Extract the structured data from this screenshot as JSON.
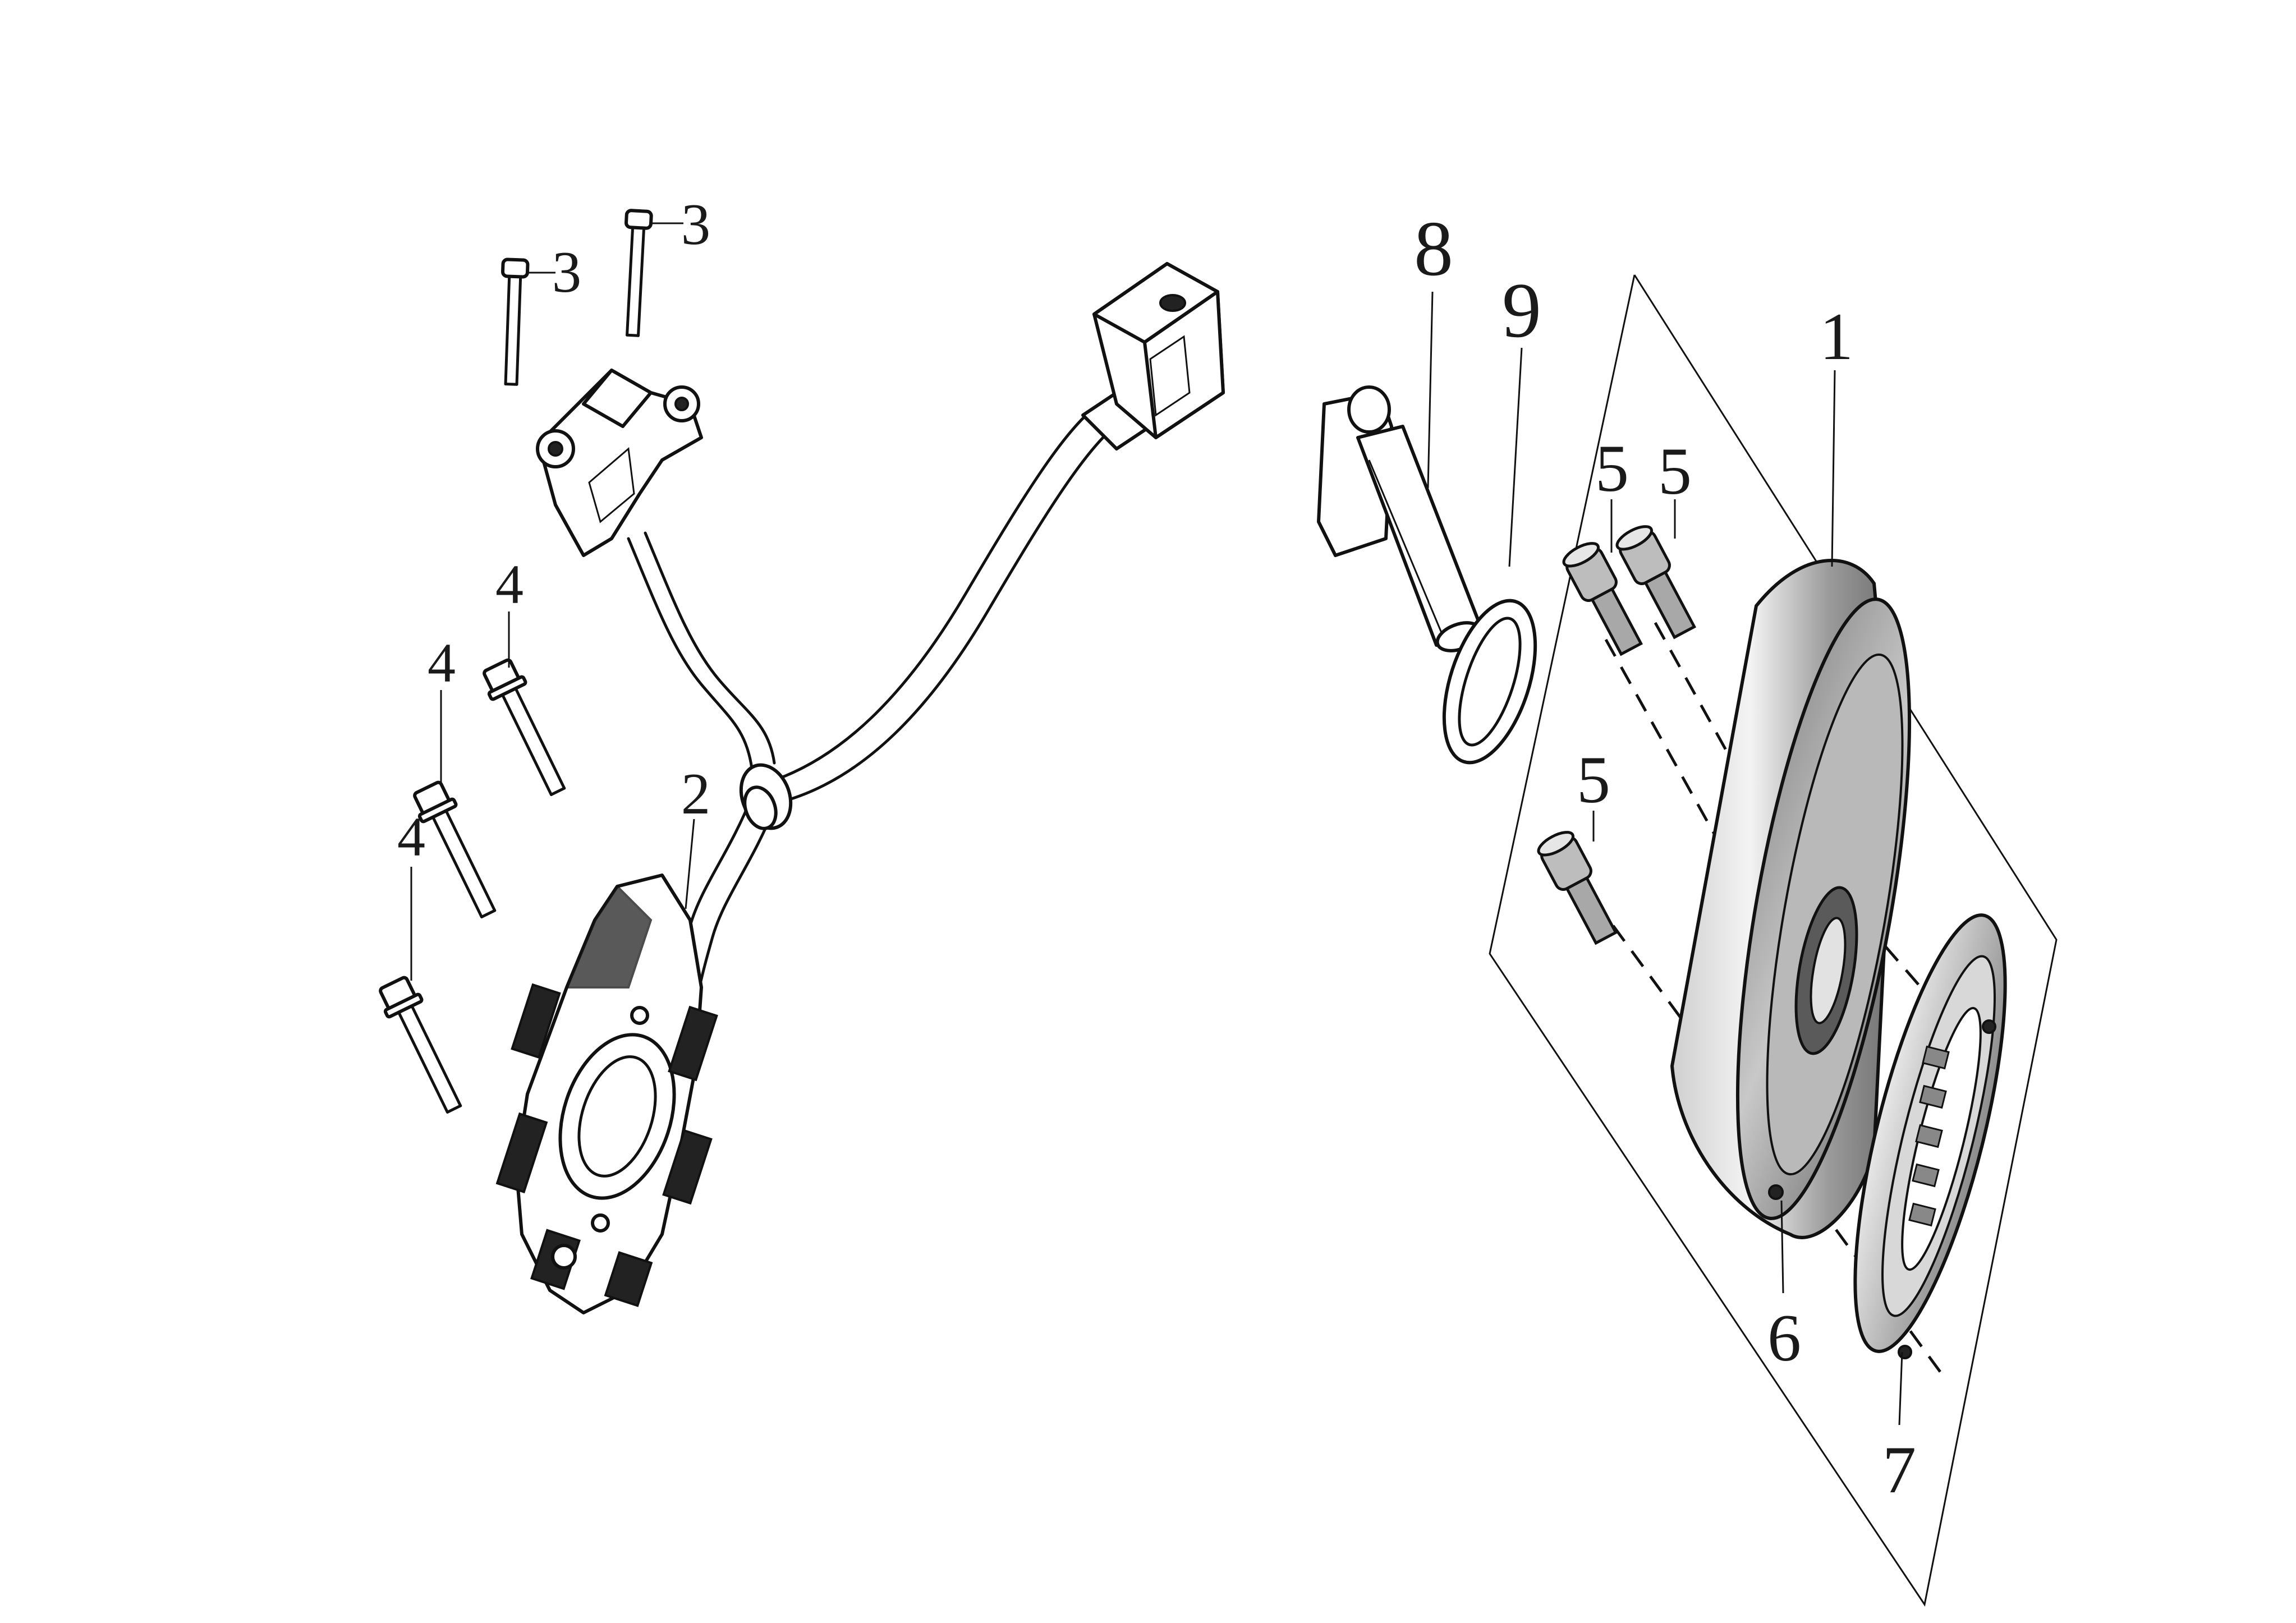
{
  "diagram": {
    "callouts": [
      {
        "id": "c1",
        "label": "1"
      },
      {
        "id": "c2",
        "label": "2"
      },
      {
        "id": "c3a",
        "label": "3"
      },
      {
        "id": "c3b",
        "label": "3"
      },
      {
        "id": "c4a",
        "label": "4"
      },
      {
        "id": "c4b",
        "label": "4"
      },
      {
        "id": "c4c",
        "label": "4"
      },
      {
        "id": "c5a",
        "label": "5"
      },
      {
        "id": "c5b",
        "label": "5"
      },
      {
        "id": "c5c",
        "label": "5"
      },
      {
        "id": "c6",
        "label": "6"
      },
      {
        "id": "c7",
        "label": "7"
      },
      {
        "id": "c8",
        "label": "8"
      },
      {
        "id": "c9",
        "label": "9"
      }
    ]
  }
}
